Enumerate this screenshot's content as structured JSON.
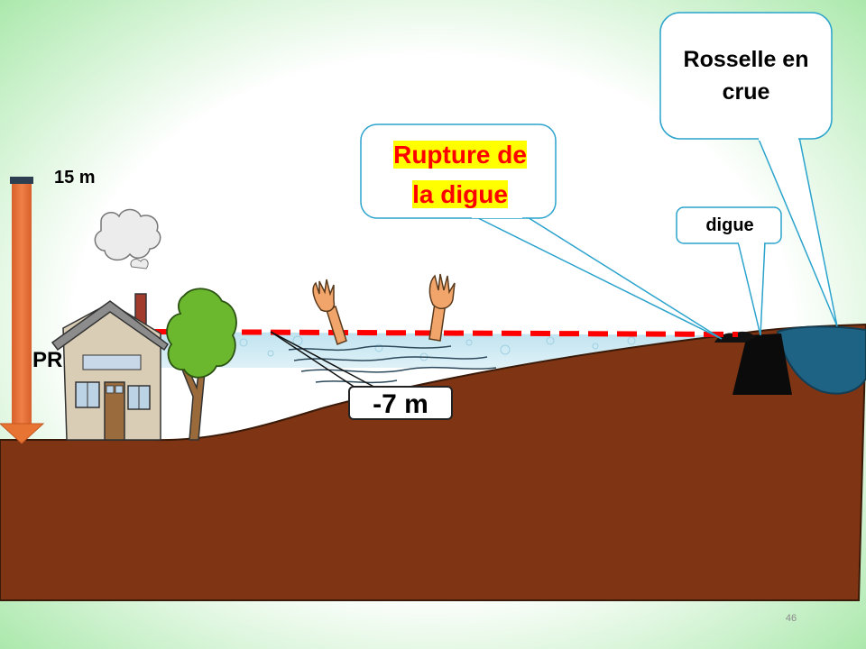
{
  "scene": {
    "height_label": "15 m",
    "pr_label": "PR",
    "depth_label": "-7 m",
    "page_number": "46"
  },
  "callouts": {
    "rupture": {
      "line1": "Rupture de ",
      "line2": "la digue"
    },
    "digue": "digue",
    "rosselle": {
      "line1": "Rosselle en",
      "line2": "crue"
    }
  },
  "colors": {
    "ground": "#7f3514",
    "water": "#cfe9f2",
    "river": "#1e6284",
    "flood_line": "#ff0000",
    "callout_border": "#2aa3cd",
    "arrow": "#e77433",
    "highlight": "#ffff00",
    "highlight_text": "#ff0000"
  }
}
